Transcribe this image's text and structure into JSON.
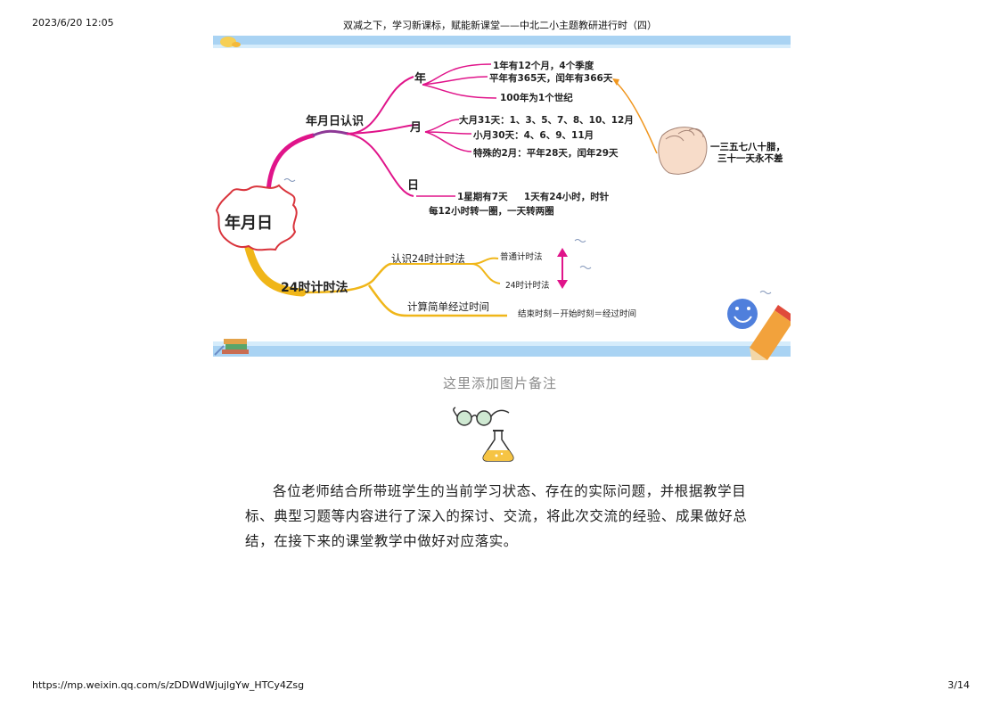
{
  "header": {
    "datetime": "2023/6/20 12:05",
    "title": "双减之下，学习新课标，赋能新课堂——中北二小主题教研进行时（四）"
  },
  "footer": {
    "url": "https://mp.weixin.qq.com/s/zDDWdWjujlgYw_HTCy4Zsg",
    "page": "3/14"
  },
  "mindmap": {
    "center": "年月日",
    "b1": {
      "label": "年月日认识",
      "year": {
        "label": "年",
        "items": [
          "1年有12个月，4个季度",
          "平年有365天，闰年有366天",
          "100年为1个世纪"
        ]
      },
      "month": {
        "label": "月",
        "items": [
          "大月31天：1、3、5、7、8、10、12月",
          "小月30天：4、6、9、11月",
          "特殊的2月：平年28天，闰年29天"
        ]
      },
      "day": {
        "label": "日",
        "line1": "1星期有7天     1天有24小时，时针",
        "line2": "每12小时转一圈，一天转两圈"
      },
      "mnemonic": [
        "一三五七八十腊，",
        "三十一天永不差"
      ]
    },
    "b2": {
      "label": "24时计时法",
      "recognize": {
        "label": "认识24时计时法",
        "items": [
          "普通计时法",
          "24时计时法"
        ]
      },
      "calc": {
        "label": "计算简单经过时间",
        "formula": "结束时刻－开始时刻＝经过时间"
      }
    }
  },
  "caption": "这里添加图片备注",
  "paragraph": "各位老师结合所带班学生的当前学习状态、存在的实际问题，并根据教学目标、典型习题等内容进行了深入的探讨、交流，将此次交流的经验、成果做好总结，在接下来的课堂教学中做好对应落实。"
}
